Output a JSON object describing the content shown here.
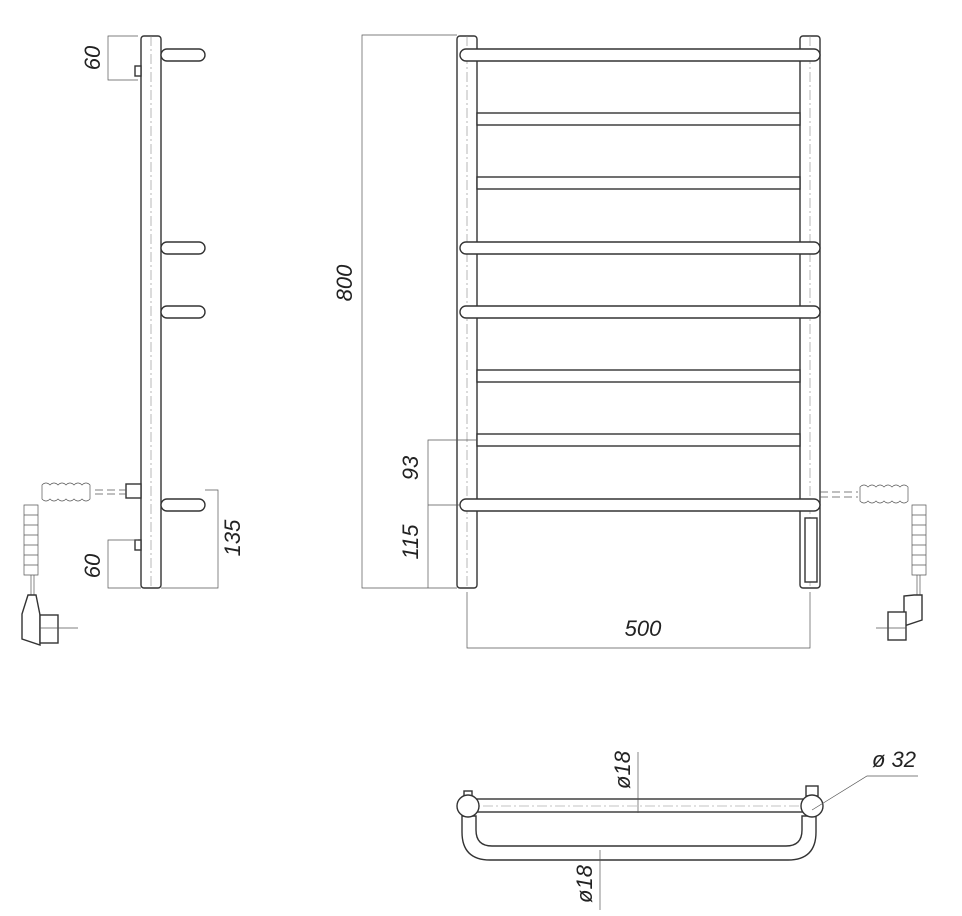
{
  "title": "Heated towel rail dimension drawing",
  "side_view": {
    "dim_top": "60",
    "dim_bottom": "60",
    "dim_lower_bar": "135"
  },
  "front_view": {
    "height": "800",
    "spacing": "93",
    "bottom_offset": "115",
    "width": "500"
  },
  "top_view": {
    "bar_diameter_top": "ø18",
    "bar_diameter_bottom": "ø18",
    "post_diameter": "ø 32"
  },
  "colors": {
    "line": "#333333",
    "background": "#ffffff"
  }
}
